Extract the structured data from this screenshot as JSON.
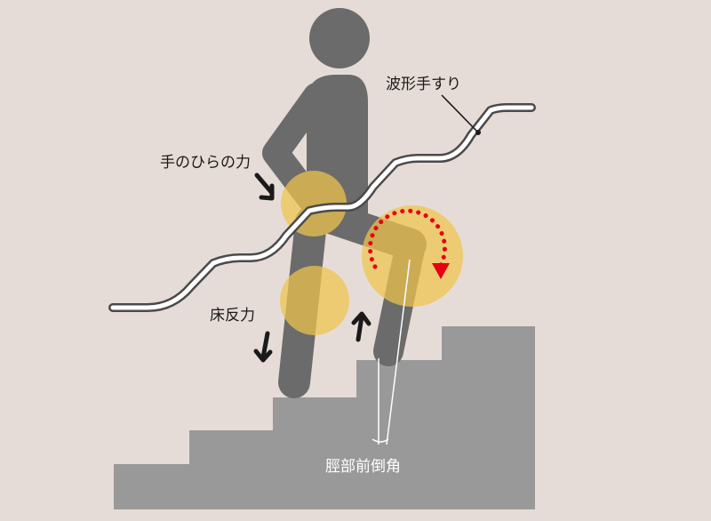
{
  "labels": {
    "handrail": "波形手すり",
    "palm_force": "手のひらの力",
    "floor_reaction": "床反力",
    "shank_angle": "脛部前倒角"
  },
  "colors": {
    "background": "#e6dcd7",
    "stairs": "#999999",
    "figure": "#6b6b6b",
    "highlight": "#f0c54c",
    "rotation_arrow": "#e60012",
    "arrows": "#1a1a1a",
    "rail_fill": "#ffffff",
    "rail_outline": "#4a4a4a"
  },
  "icons": {
    "palm_arrow": "arrow-down-right-icon",
    "floor_down_arrow": "arrow-down-icon",
    "floor_up_arrow": "arrow-up-icon",
    "knee_rotation": "clockwise-rotation-icon"
  }
}
